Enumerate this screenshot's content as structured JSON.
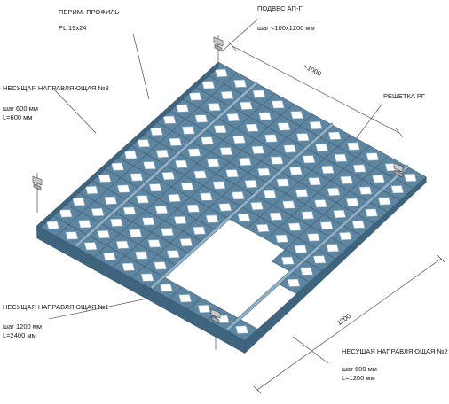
{
  "labels": {
    "perimeter_title": "ПЕРИМ. ПРОФИЛЬ",
    "perimeter_spec": "PL 19x24",
    "hanger_title": "ПОДВЕС АП-Г",
    "hanger_spec": "шаг <100x1200 мм",
    "dim_top": "<1000",
    "grid_title": "РЕШЕТКА РГ",
    "carrier3_title": "НЕСУЩАЯ НАПРАВЛЯЮЩАЯ №3",
    "carrier3_step": "шаг 600 мм",
    "carrier3_len": "L=600 мм",
    "carrier1_title": "НЕСУЩАЯ НАПРАВЛЯЮЩАЯ №1",
    "carrier1_step": "шаг 1200 мм",
    "carrier1_len": "L=2400 мм",
    "dim_side": "1200",
    "carrier2_title": "НЕСУЩАЯ НАПРАВЛЯЮЩАЯ №2",
    "carrier2_step": "шаг 600 мм",
    "carrier2_len": "L=1200 мм"
  },
  "colors": {
    "panel": "#5f86a1",
    "panel_dark": "#3f647e",
    "panel_light": "#8fb0c6",
    "edge": "#2f4a5e",
    "line": "#333333"
  },
  "icons": [
    "hanger-icon",
    "hanger-icon",
    "hanger-icon",
    "hanger-icon"
  ]
}
